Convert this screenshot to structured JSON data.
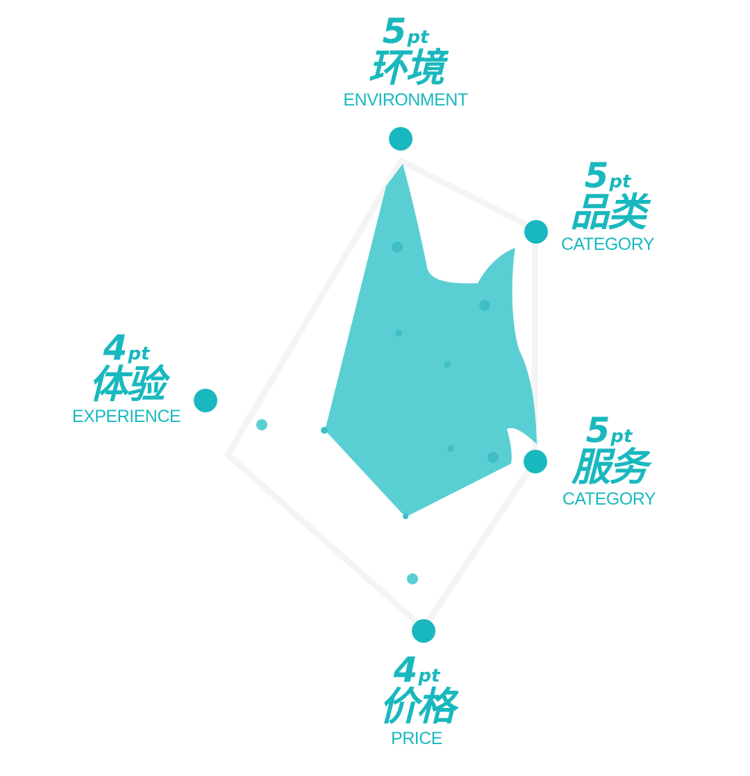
{
  "chart_data": {
    "type": "radar",
    "axes": [
      {
        "id": "environment",
        "score": "5",
        "unit": "pt",
        "cn": "环境",
        "en": "ENVIRONMENT",
        "value": 5
      },
      {
        "id": "category",
        "score": "5",
        "unit": "pt",
        "cn": "品类",
        "en": "CATEGORY",
        "value": 5
      },
      {
        "id": "service",
        "score": "5",
        "unit": "pt",
        "cn": "服务",
        "en": "CATEGORY",
        "value": 5
      },
      {
        "id": "price",
        "score": "4",
        "unit": "pt",
        "cn": "价格",
        "en": "PRICE",
        "value": 4
      },
      {
        "id": "experience",
        "score": "4",
        "unit": "pt",
        "cn": "体验",
        "en": "EXPERIENCE",
        "value": 4
      }
    ],
    "max": 5,
    "colors": {
      "accent": "#19b8be",
      "fill": "#5acfd3",
      "grid": "#f3f5f5"
    }
  }
}
